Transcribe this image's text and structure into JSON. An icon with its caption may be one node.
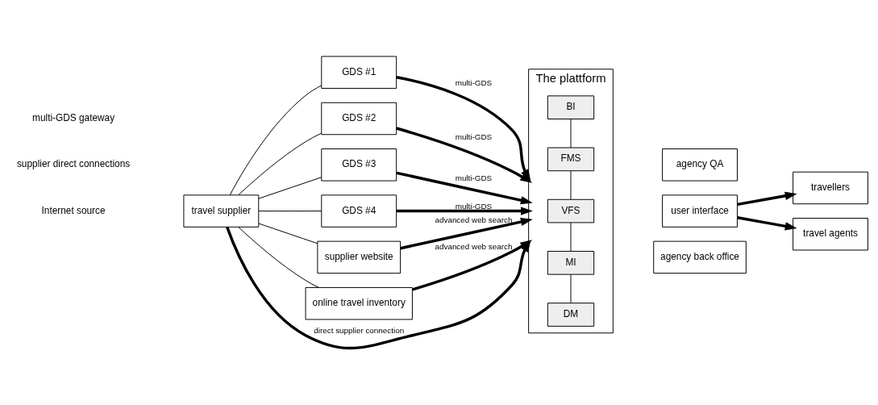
{
  "diagram": {
    "nodes": [
      {
        "text": [
          "travel supplier"
        ]
      },
      {
        "text": [
          "GDS #1"
        ]
      },
      {
        "text": [
          "GDS #2"
        ]
      },
      {
        "text": [
          "GDS #3"
        ]
      },
      {
        "text": [
          "GDS #4"
        ]
      },
      {
        "text": [
          "supplier website"
        ]
      },
      {
        "text": [
          "online travel inventory"
        ]
      },
      {
        "text": [
          "The plattform"
        ]
      },
      {
        "text": [
          "DM"
        ],
        "in": 7
      },
      {
        "text": [
          "MI"
        ],
        "in": 7
      },
      {
        "text": [
          "VFS"
        ],
        "in": 7
      },
      {
        "text": [
          "FMS"
        ],
        "in": 7
      },
      {
        "text": [
          "BI"
        ],
        "in": 7
      },
      {
        "text": [
          "agency QA"
        ]
      },
      {
        "text": [
          "user interface"
        ]
      },
      {
        "text": [
          "agency back office"
        ]
      },
      {
        "text": [
          "travellers"
        ]
      },
      {
        "text": [
          "travel agents"
        ]
      }
    ],
    "edges": [
      {
        "from": 0,
        "to": 1,
        "arrow": "none"
      },
      {
        "from": 0,
        "to": 2,
        "arrow": "none"
      },
      {
        "from": 0,
        "to": 3,
        "arrow": "none"
      },
      {
        "from": 0,
        "to": 4,
        "arrow": "none"
      },
      {
        "from": 0,
        "to": 5,
        "arrow": "none"
      },
      {
        "from": 0,
        "to": 6,
        "arrow": "none"
      },
      {
        "from": 1,
        "to": 7,
        "arrow": "to",
        "label": "multi-GDS",
        "style": "thick"
      },
      {
        "from": 2,
        "to": 7,
        "arrow": "to",
        "label": "multi-GDS",
        "style": "thick"
      },
      {
        "from": 3,
        "to": 7,
        "arrow": "to",
        "label": "multi-GDS",
        "style": "thick"
      },
      {
        "from": 4,
        "to": 7,
        "arrow": "to",
        "label": "multi-GDS",
        "style": "thick"
      },
      {
        "from": 0,
        "to": 7,
        "arrow": "to",
        "label": "direct supplier connection",
        "style": "thick"
      },
      {
        "from": 5,
        "to": 7,
        "arrow": "to",
        "label": "advanced web search",
        "style": "thick"
      },
      {
        "from": 6,
        "to": 7,
        "arrow": "to",
        "label": "advanced web search",
        "style": "thick"
      },
      {
        "from": 8,
        "to": 9,
        "arrow": "none"
      },
      {
        "from": 9,
        "to": 10,
        "arrow": "none"
      },
      {
        "from": 10,
        "to": 11,
        "arrow": "none"
      },
      {
        "from": 11,
        "to": 12,
        "arrow": "none"
      },
      {
        "from": 14,
        "to": 16,
        "arrow": "to",
        "style": "thick"
      },
      {
        "from": 14,
        "to": 17,
        "arrow": "to",
        "style": "thick"
      }
    ],
    "labels": [
      "multi-GDS gateway",
      "supplier direct connections",
      "Internet source"
    ]
  }
}
